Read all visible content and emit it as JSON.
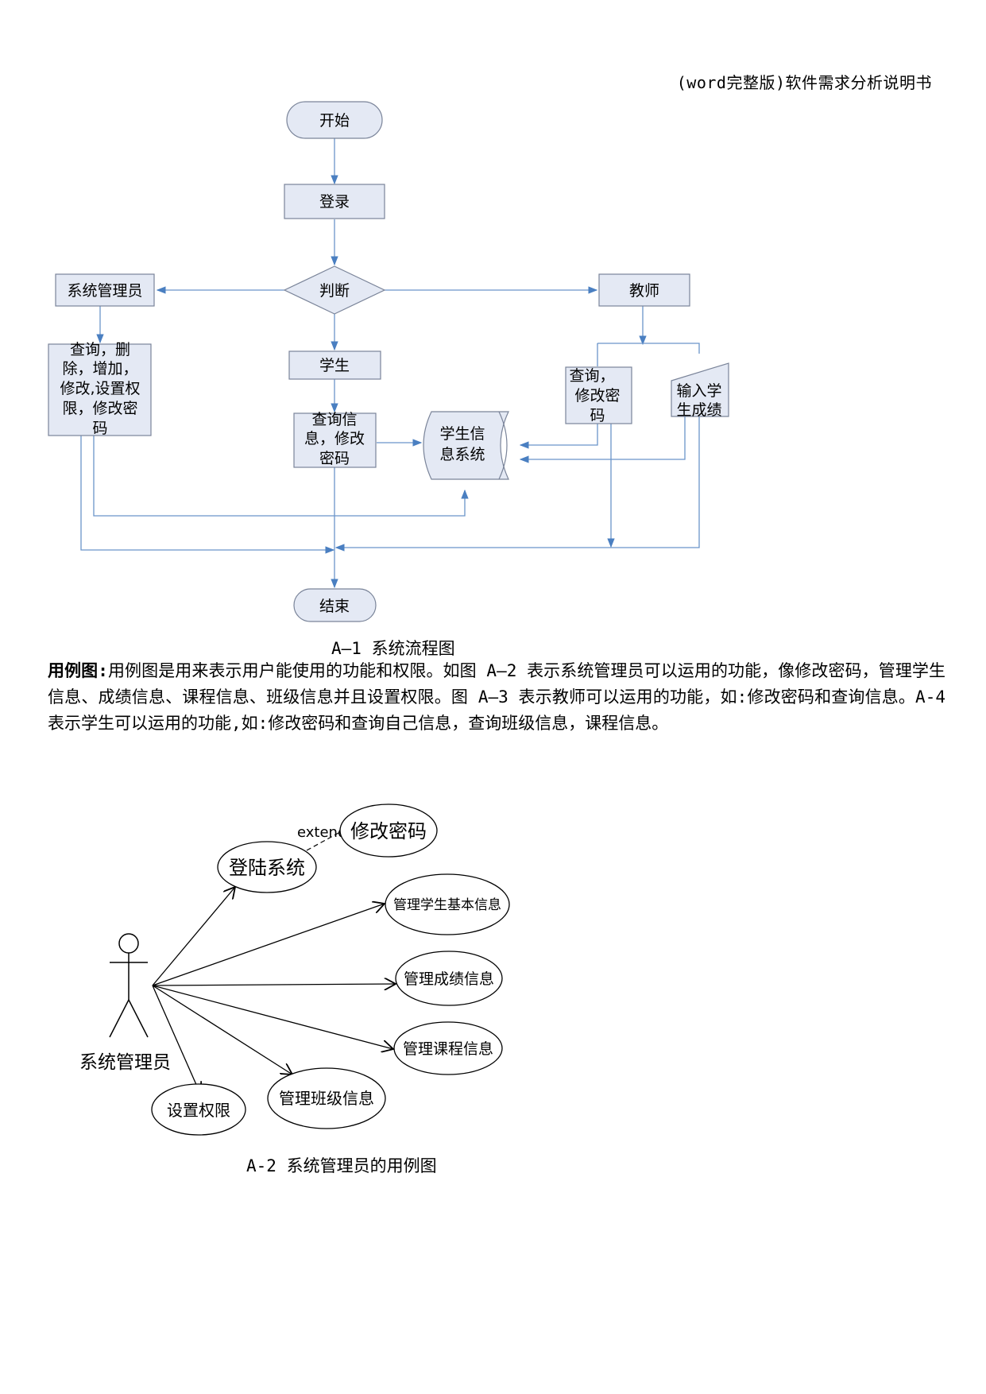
{
  "header": {
    "text": "(word完整版)软件需求分析说明书"
  },
  "flowchart": {
    "start": "开始",
    "login": "登录",
    "decision": "判断",
    "admin": "系统管理员",
    "teacher": "教师",
    "student": "学生",
    "admin_ops": [
      "查询，删",
      "除，增加，",
      "修改,设置权",
      "限，修改密",
      "码"
    ],
    "student_ops": [
      "查询信",
      "息，修改",
      "密码"
    ],
    "system": [
      "学生信",
      "息系统"
    ],
    "teacher_ops": [
      "查询，",
      "修改密",
      "码"
    ],
    "teacher_input": [
      "输入学",
      "生成绩"
    ],
    "end": "结束"
  },
  "caption1": "A—1 系统流程图",
  "paragraph": {
    "label": "用例图:",
    "text": "用例图是用来表示用户能使用的功能和权限。如图 A—2 表示系统管理员可以运用的功能，像修改密码，管理学生信息、成绩信息、课程信息、班级信息并且设置权限。图 A—3 表示教师可以运用的功能，如:修改密码和查询信息。A-4 表示学生可以运用的功能,如:修改密码和查询自己信息，查询班级信息，课程信息。"
  },
  "usecase": {
    "actor": "系统管理员",
    "extend_label": "extend",
    "login": "登陆系统",
    "change_pwd": "修改密码",
    "manage_student": "管理学生基本信息",
    "manage_score": "管理成绩信息",
    "manage_course": "管理课程信息",
    "manage_class": "管理班级信息",
    "set_permission": "设置权限"
  },
  "caption2": "A-2 系统管理员的用例图"
}
